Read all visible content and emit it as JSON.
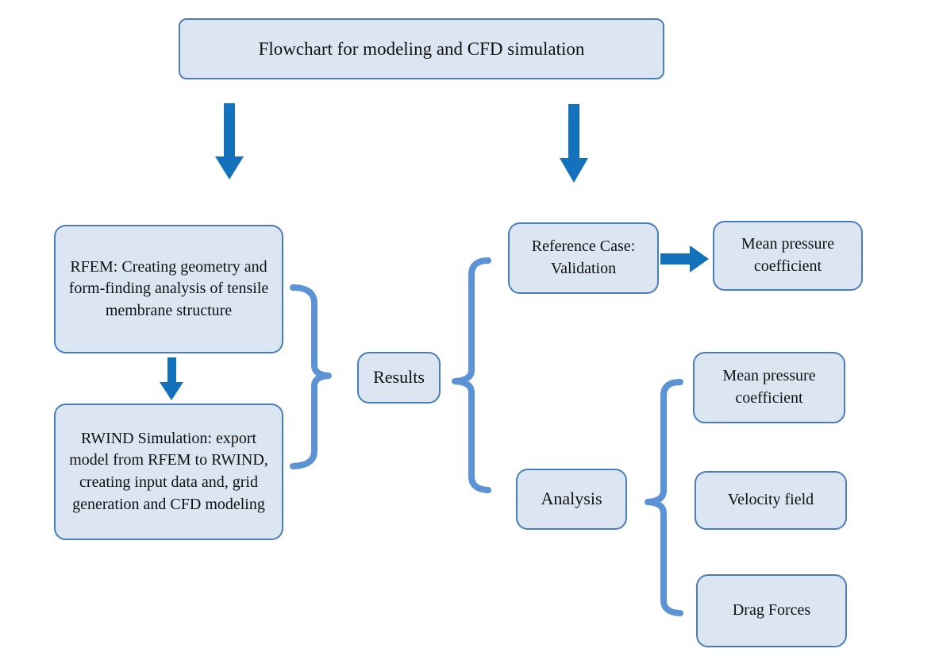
{
  "title": {
    "label": "Flowchart for modeling and CFD simulation"
  },
  "nodes": {
    "rfem": {
      "label": "RFEM: Creating geometry and form-finding analysis of tensile membrane structure"
    },
    "rwind": {
      "label": "RWIND Simulation: export model from RFEM to RWIND, creating input data and, grid generation and CFD modeling"
    },
    "results": {
      "label": "Results"
    },
    "reference_case": {
      "label": "Reference Case: Validation"
    },
    "mean_pressure_top": {
      "label": "Mean pressure coefficient"
    },
    "analysis": {
      "label": "Analysis"
    },
    "mean_pressure": {
      "label": "Mean pressure coefficient"
    },
    "velocity_field": {
      "label": "Velocity field"
    },
    "drag_forces": {
      "label": "Drag Forces"
    }
  },
  "connectors": {
    "down_arrow_left": "thick blue arrow pointing down from title to RFEM branch",
    "down_arrow_right": "thick blue arrow pointing down from title to Reference/Analysis branch",
    "small_down_arrow": "small blue arrow from RFEM box to RWIND box",
    "right_arrow": "blue arrow from Reference Case to Mean pressure coefficient",
    "brace_results": "right curly brace gathering RFEM and RWIND boxes into Results",
    "brace_branches": "left curly brace splitting Results into Reference Case and Analysis",
    "brace_analysis": "left curly brace splitting Analysis into three result boxes"
  },
  "colors": {
    "box_fill": "#dce6f2",
    "box_border": "#4a7ebb",
    "brace": "#5b93d5",
    "arrow": "#1472bd",
    "text": "#111111",
    "background": "#ffffff"
  }
}
